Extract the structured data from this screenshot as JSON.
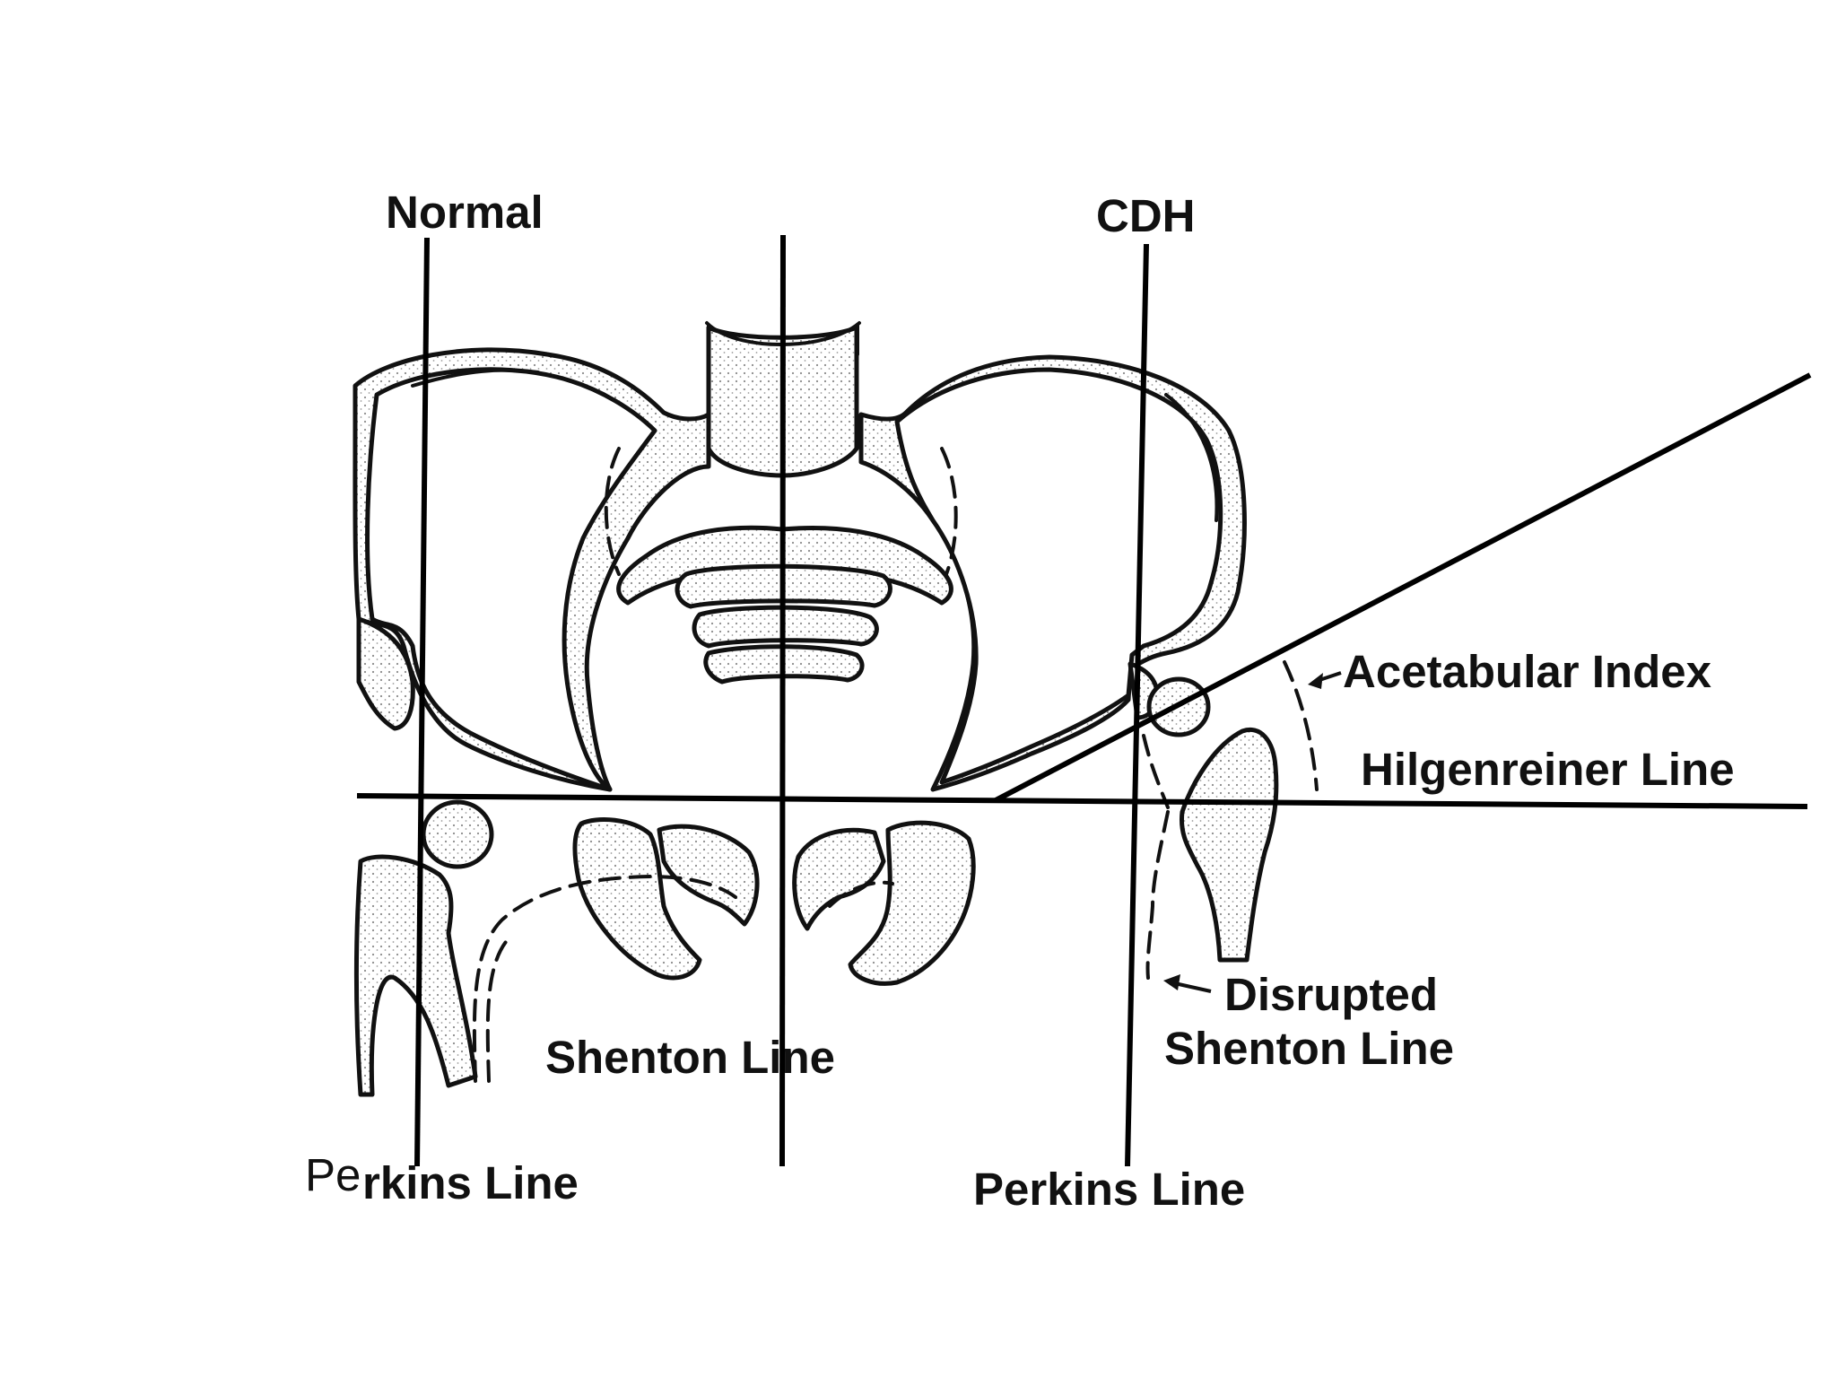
{
  "labels": {
    "normal": "Normal",
    "cdh": "CDH",
    "acetabular_index": "Acetabular Index",
    "hilgenreiner_line": "Hilgenreiner Line",
    "shenton_line": "Shenton Line",
    "disrupted_shenton_1": "Disrupted",
    "disrupted_shenton_2": "Shenton Line",
    "perkins_left_prefix": "Pe",
    "perkins_left_rest": "rkins Line",
    "perkins_right": "Perkins Line"
  },
  "colors": {
    "ink": "#111111",
    "background": "#ffffff",
    "stipple": "#8a8a8a"
  }
}
